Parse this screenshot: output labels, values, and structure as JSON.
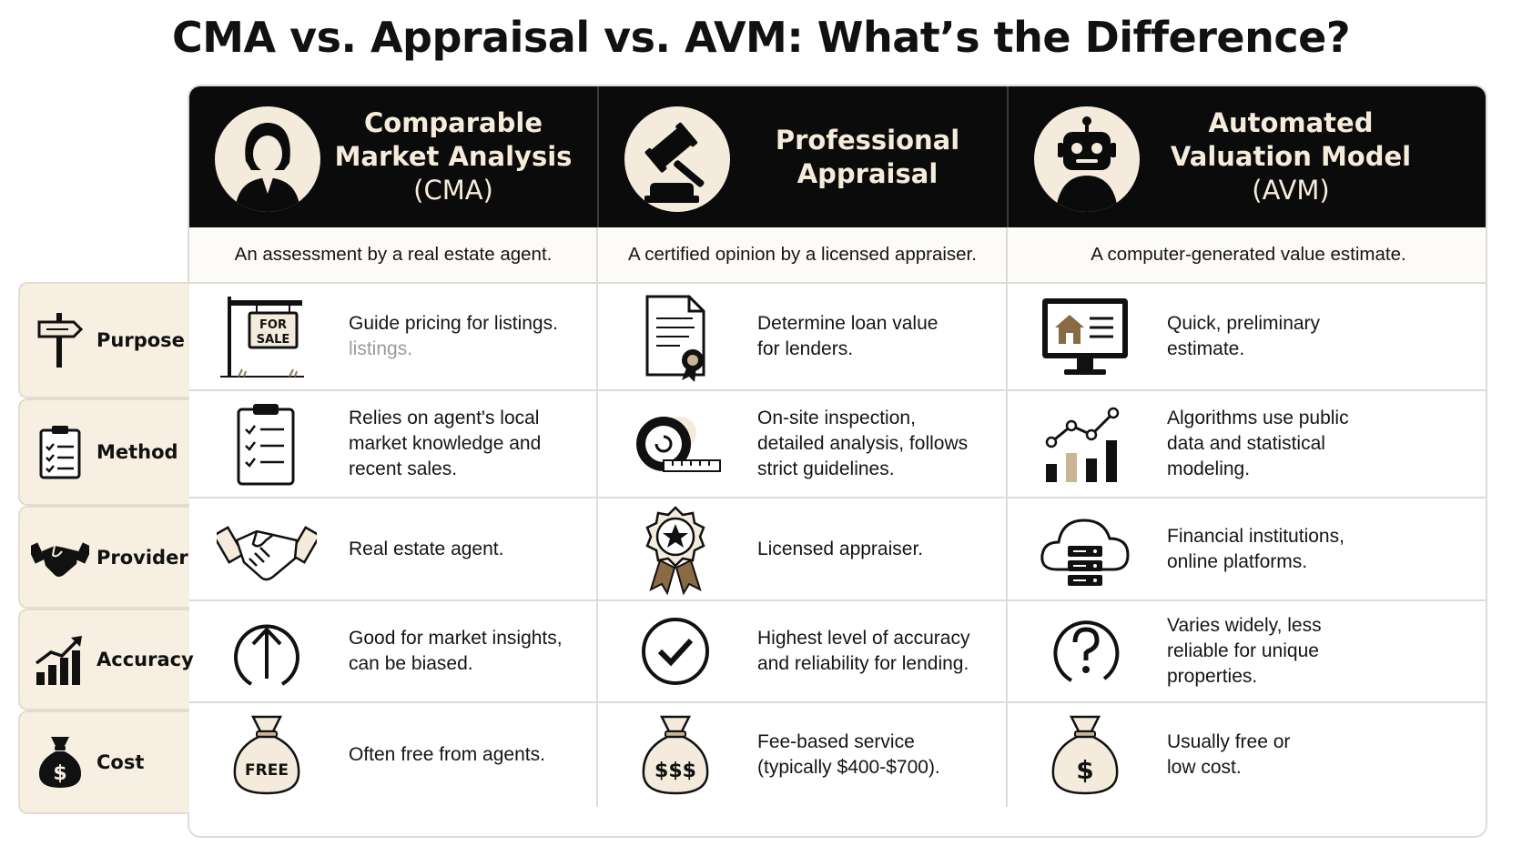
{
  "title": "CMA vs. Appraisal vs. AVM: What’s the Difference?",
  "columns": [
    {
      "title_line1": "Comparable",
      "title_line2": "Market Analysis",
      "title_line3": "(CMA)",
      "description": "An assessment by a real estate agent.",
      "icon": "agent-woman-icon"
    },
    {
      "title_line1": "Professional",
      "title_line2": "Appraisal",
      "title_line3": "",
      "description": "A certified opinion by a licensed appraiser.",
      "icon": "gavel-icon"
    },
    {
      "title_line1": "Automated",
      "title_line2": "Valuation Model",
      "title_line3": "(AVM)",
      "description": "A computer-generated value estimate.",
      "icon": "robot-icon"
    }
  ],
  "rows": [
    {
      "label": "Purpose",
      "icon": "signpost-icon",
      "cells": [
        {
          "line1": "Guide pricing for listings.",
          "line2": "listings.",
          "icon": "for-sale-sign-icon",
          "sign_text1": "FOR",
          "sign_text2": "SALE"
        },
        {
          "line1": "Determine loan value",
          "line2": "for lenders.",
          "icon": "certificate-document-icon"
        },
        {
          "line1": "Quick, preliminary",
          "line2": "estimate.",
          "icon": "computer-monitor-house-icon"
        }
      ]
    },
    {
      "label": "Method",
      "icon": "checklist-icon",
      "cells": [
        {
          "line1": "Relies on agent's local",
          "line2": "market knowledge and",
          "line3": "recent sales.",
          "icon": "clipboard-checklist-icon"
        },
        {
          "line1": "On-site inspection,",
          "line2": "detailed analysis, follows",
          "line3": "strict guidelines.",
          "icon": "measuring-tape-icon"
        },
        {
          "line1": "Algorithms use public",
          "line2": "data and statistical",
          "line3": "modeling.",
          "icon": "bar-chart-trend-icon"
        }
      ]
    },
    {
      "label": "Provider",
      "icon": "handshake-icon",
      "cells": [
        {
          "line1": "Real estate agent.",
          "icon": "handshake-outline-icon"
        },
        {
          "line1": "Licensed appraiser.",
          "icon": "award-badge-icon"
        },
        {
          "line1": "Financial institutions,",
          "line2": "online platforms.",
          "icon": "cloud-server-icon"
        }
      ]
    },
    {
      "label": "Accuracy",
      "icon": "growth-chart-icon",
      "cells": [
        {
          "line1": "Good for market insights,",
          "line2": "can be biased.",
          "icon": "up-arrow-circle-icon"
        },
        {
          "line1": "Highest level of accuracy",
          "line2": "and reliability for lending.",
          "icon": "check-circle-icon"
        },
        {
          "line1": "Varies widely, less",
          "line2": "reliable for unique",
          "line3": "properties.",
          "icon": "question-circle-icon"
        }
      ]
    },
    {
      "label": "Cost",
      "icon": "money-bag-icon",
      "cells": [
        {
          "line1": "Often free from agents.",
          "icon": "money-bag-free-icon",
          "bag_text": "FREE"
        },
        {
          "line1": "Fee-based service",
          "line2": "(typically $400-$700).",
          "icon": "money-bag-dollars-icon",
          "bag_text": "$$$"
        },
        {
          "line1": "Usually free or",
          "line2": "low cost.",
          "icon": "money-bag-dollar-icon",
          "bag_text": "$"
        }
      ]
    }
  ],
  "side_bag_text": "$",
  "colors": {
    "header_bg": "#0b0b0b",
    "header_text": "#f6ecdc",
    "accent_tan": "#c9b494",
    "side_bg": "#f7efe2"
  }
}
